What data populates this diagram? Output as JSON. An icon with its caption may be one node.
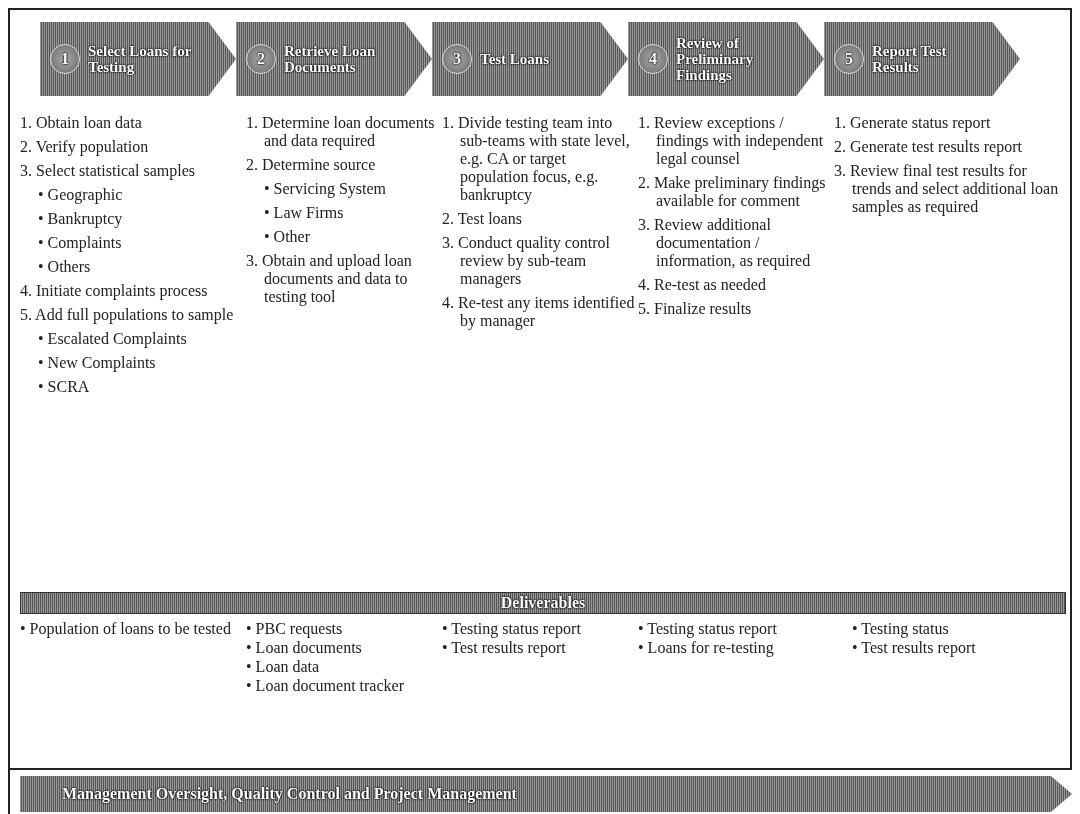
{
  "diagram": {
    "nodes": [
      {
        "text": [
          "1",
          "Select Loans for Testing"
        ]
      },
      {
        "text": [
          "2",
          "Retrieve Loan Documents"
        ]
      },
      {
        "text": [
          "3",
          "Test Loans"
        ]
      },
      {
        "text": [
          "4",
          "Review of Preliminary Findings"
        ]
      },
      {
        "text": [
          "5",
          "Report Test Results"
        ]
      },
      {
        "text": [
          "Deliverables"
        ]
      },
      {
        "text": [
          "Management Oversight, Quality Control and Project Management"
        ]
      }
    ],
    "labels": [
      "1. Obtain loan data",
      "2. Verify population",
      "3. Select statistical samples",
      "• Geographic",
      "• Bankruptcy",
      "• Complaints",
      "• Others",
      "4. Initiate complaints process",
      "5. Add full populations to sample",
      "• Escalated Complaints",
      "• New Complaints",
      "• SCRA",
      "1. Determine loan documents and data required",
      "2. Determine source",
      "• Servicing System",
      "• Law Firms",
      "• Other",
      "3. Obtain and upload loan documents and data to testing tool",
      "1. Divide testing team into sub-teams with state level, e.g. CA or target population focus, e.g. bankruptcy",
      "2. Test loans",
      "3. Conduct quality control review by sub-team managers",
      "4. Re-test any items identified by manager",
      "1. Review exceptions / findings with independent legal counsel",
      "2. Make preliminary findings available for comment",
      "3. Review additional documentation / information, as required",
      "4. Re-test as needed",
      "5. Finalize results",
      "1. Generate status report",
      "2. Generate test results report",
      "3. Review final test results for trends and select additional loan samples as required",
      "• Population of loans to be tested",
      "• PBC requests",
      "• Loan documents",
      "• Loan data",
      "• Loan document tracker",
      "• Testing status report",
      "• Test results report",
      "• Testing status report",
      "• Loans for re-testing",
      "• Testing status",
      "• Test results report"
    ]
  }
}
